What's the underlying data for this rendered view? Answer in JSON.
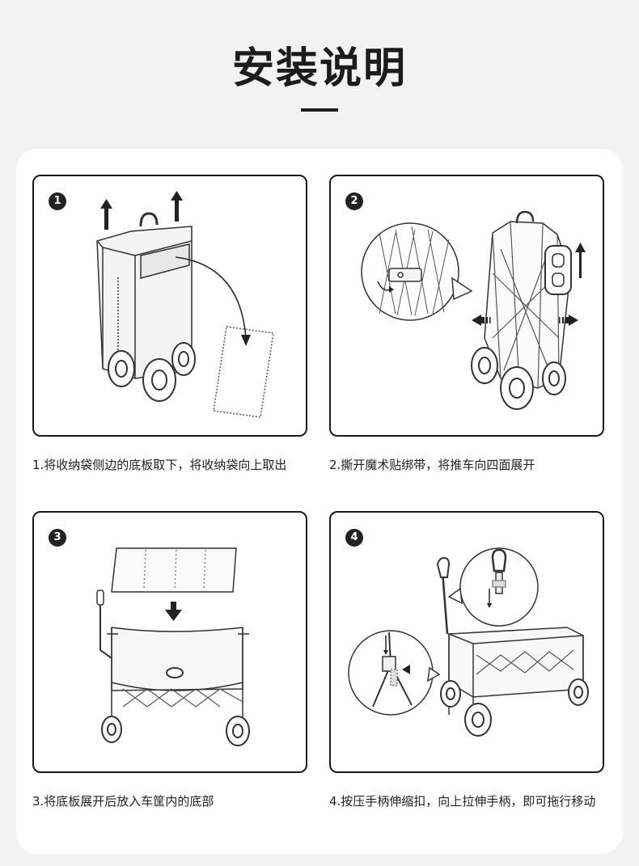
{
  "page": {
    "title": "安装说明"
  },
  "steps": [
    {
      "number": "1",
      "caption": "1.将收纳袋侧边的底板取下，将收纳袋向上取出"
    },
    {
      "number": "2",
      "caption": "2.撕开魔术贴绑带，将推车向四面展开"
    },
    {
      "number": "3",
      "caption": "3.将底板展开后放入车筐内的底部"
    },
    {
      "number": "4",
      "caption": "4.按压手柄伸缩扣，向上拉伸手柄，即可拖行移动"
    }
  ],
  "colors": {
    "background": "#f2f2f2",
    "card": "#ffffff",
    "ink": "#1a1a1a"
  }
}
